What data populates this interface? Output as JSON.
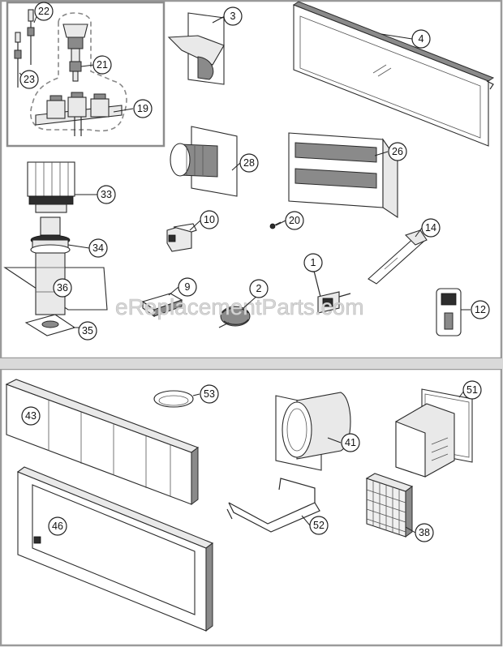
{
  "watermark": "eReplacementParts.com",
  "callouts": {
    "c22": "22",
    "c23": "23",
    "c21": "21",
    "c19": "19",
    "c3": "3",
    "c4": "4",
    "c28": "28",
    "c26": "26",
    "c33": "33",
    "c34": "34",
    "c36": "36",
    "c35": "35",
    "c10": "10",
    "c20": "20",
    "c14": "14",
    "c1": "1",
    "c9": "9",
    "c2": "2",
    "c12": "12",
    "c43": "43",
    "c53": "53",
    "c41": "41",
    "c51": "51",
    "c52": "52",
    "c38": "38",
    "c46": "46"
  }
}
